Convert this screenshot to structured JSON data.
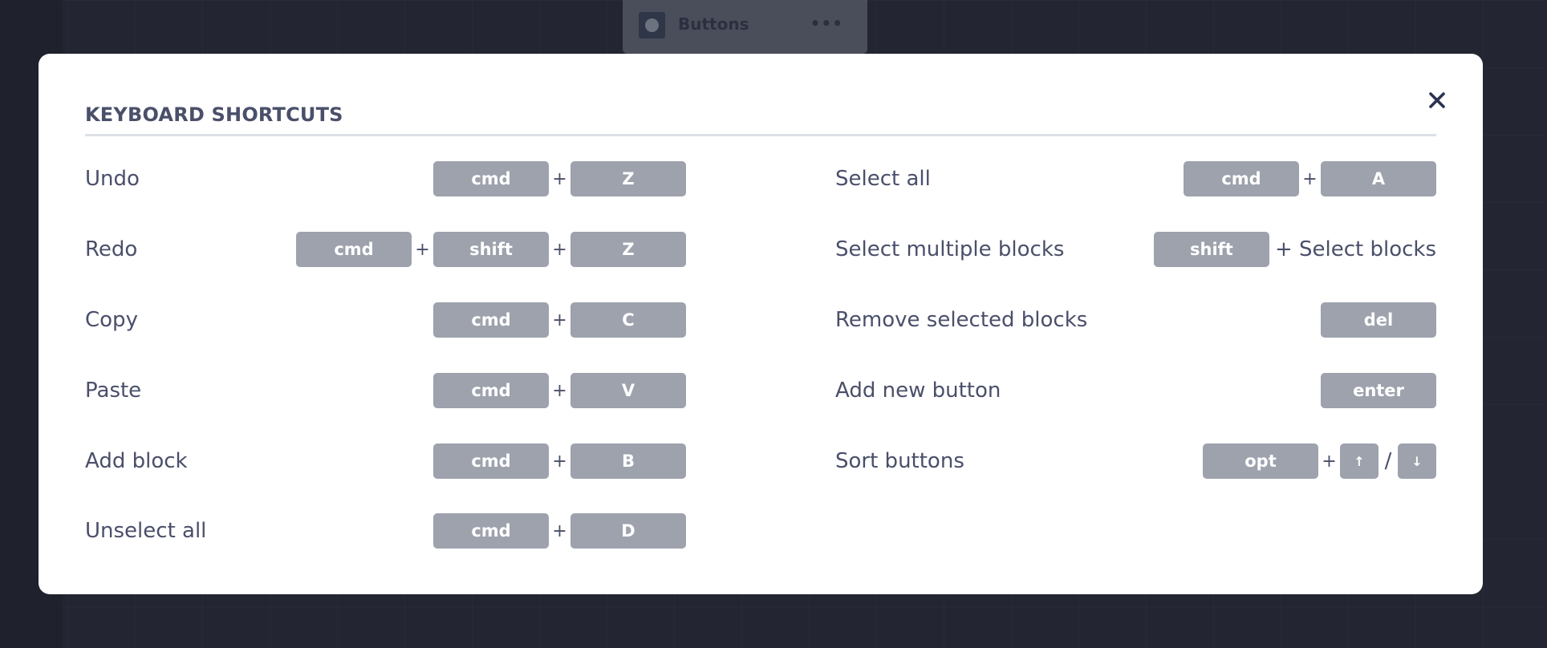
{
  "background_node": {
    "title": "Buttons",
    "menu_icon": "more-horizontal-icon"
  },
  "modal": {
    "title": "KEYBOARD SHORTCUTS",
    "close_icon": "close-icon"
  },
  "shortcuts": {
    "left": [
      {
        "label": "Undo",
        "keys": [
          "cmd",
          "Z"
        ]
      },
      {
        "label": "Redo",
        "keys": [
          "cmd",
          "shift",
          "Z"
        ]
      },
      {
        "label": "Copy",
        "keys": [
          "cmd",
          "C"
        ]
      },
      {
        "label": "Paste",
        "keys": [
          "cmd",
          "V"
        ]
      },
      {
        "label": "Add block",
        "keys": [
          "cmd",
          "B"
        ]
      },
      {
        "label": "Unselect all",
        "keys": [
          "cmd",
          "D"
        ]
      }
    ],
    "right": [
      {
        "label": "Select all",
        "keys": [
          "cmd",
          "A"
        ]
      },
      {
        "label": "Select multiple blocks",
        "keys": [
          "shift"
        ],
        "suffix": "+ Select blocks"
      },
      {
        "label": "Remove selected blocks",
        "keys": [
          "del"
        ]
      },
      {
        "label": "Add new button",
        "keys": [
          "enter"
        ]
      },
      {
        "label": "Sort buttons",
        "keys": [
          "opt",
          "↑",
          "↓"
        ]
      }
    ]
  },
  "separators": {
    "plus": "+",
    "slash": "/"
  },
  "colors": {
    "backdrop": "#232632",
    "modal_bg": "#ffffff",
    "text": "#4a4f6a",
    "key_bg": "#9da2ad",
    "key_text": "#ffffff",
    "divider": "#dde0e6"
  }
}
